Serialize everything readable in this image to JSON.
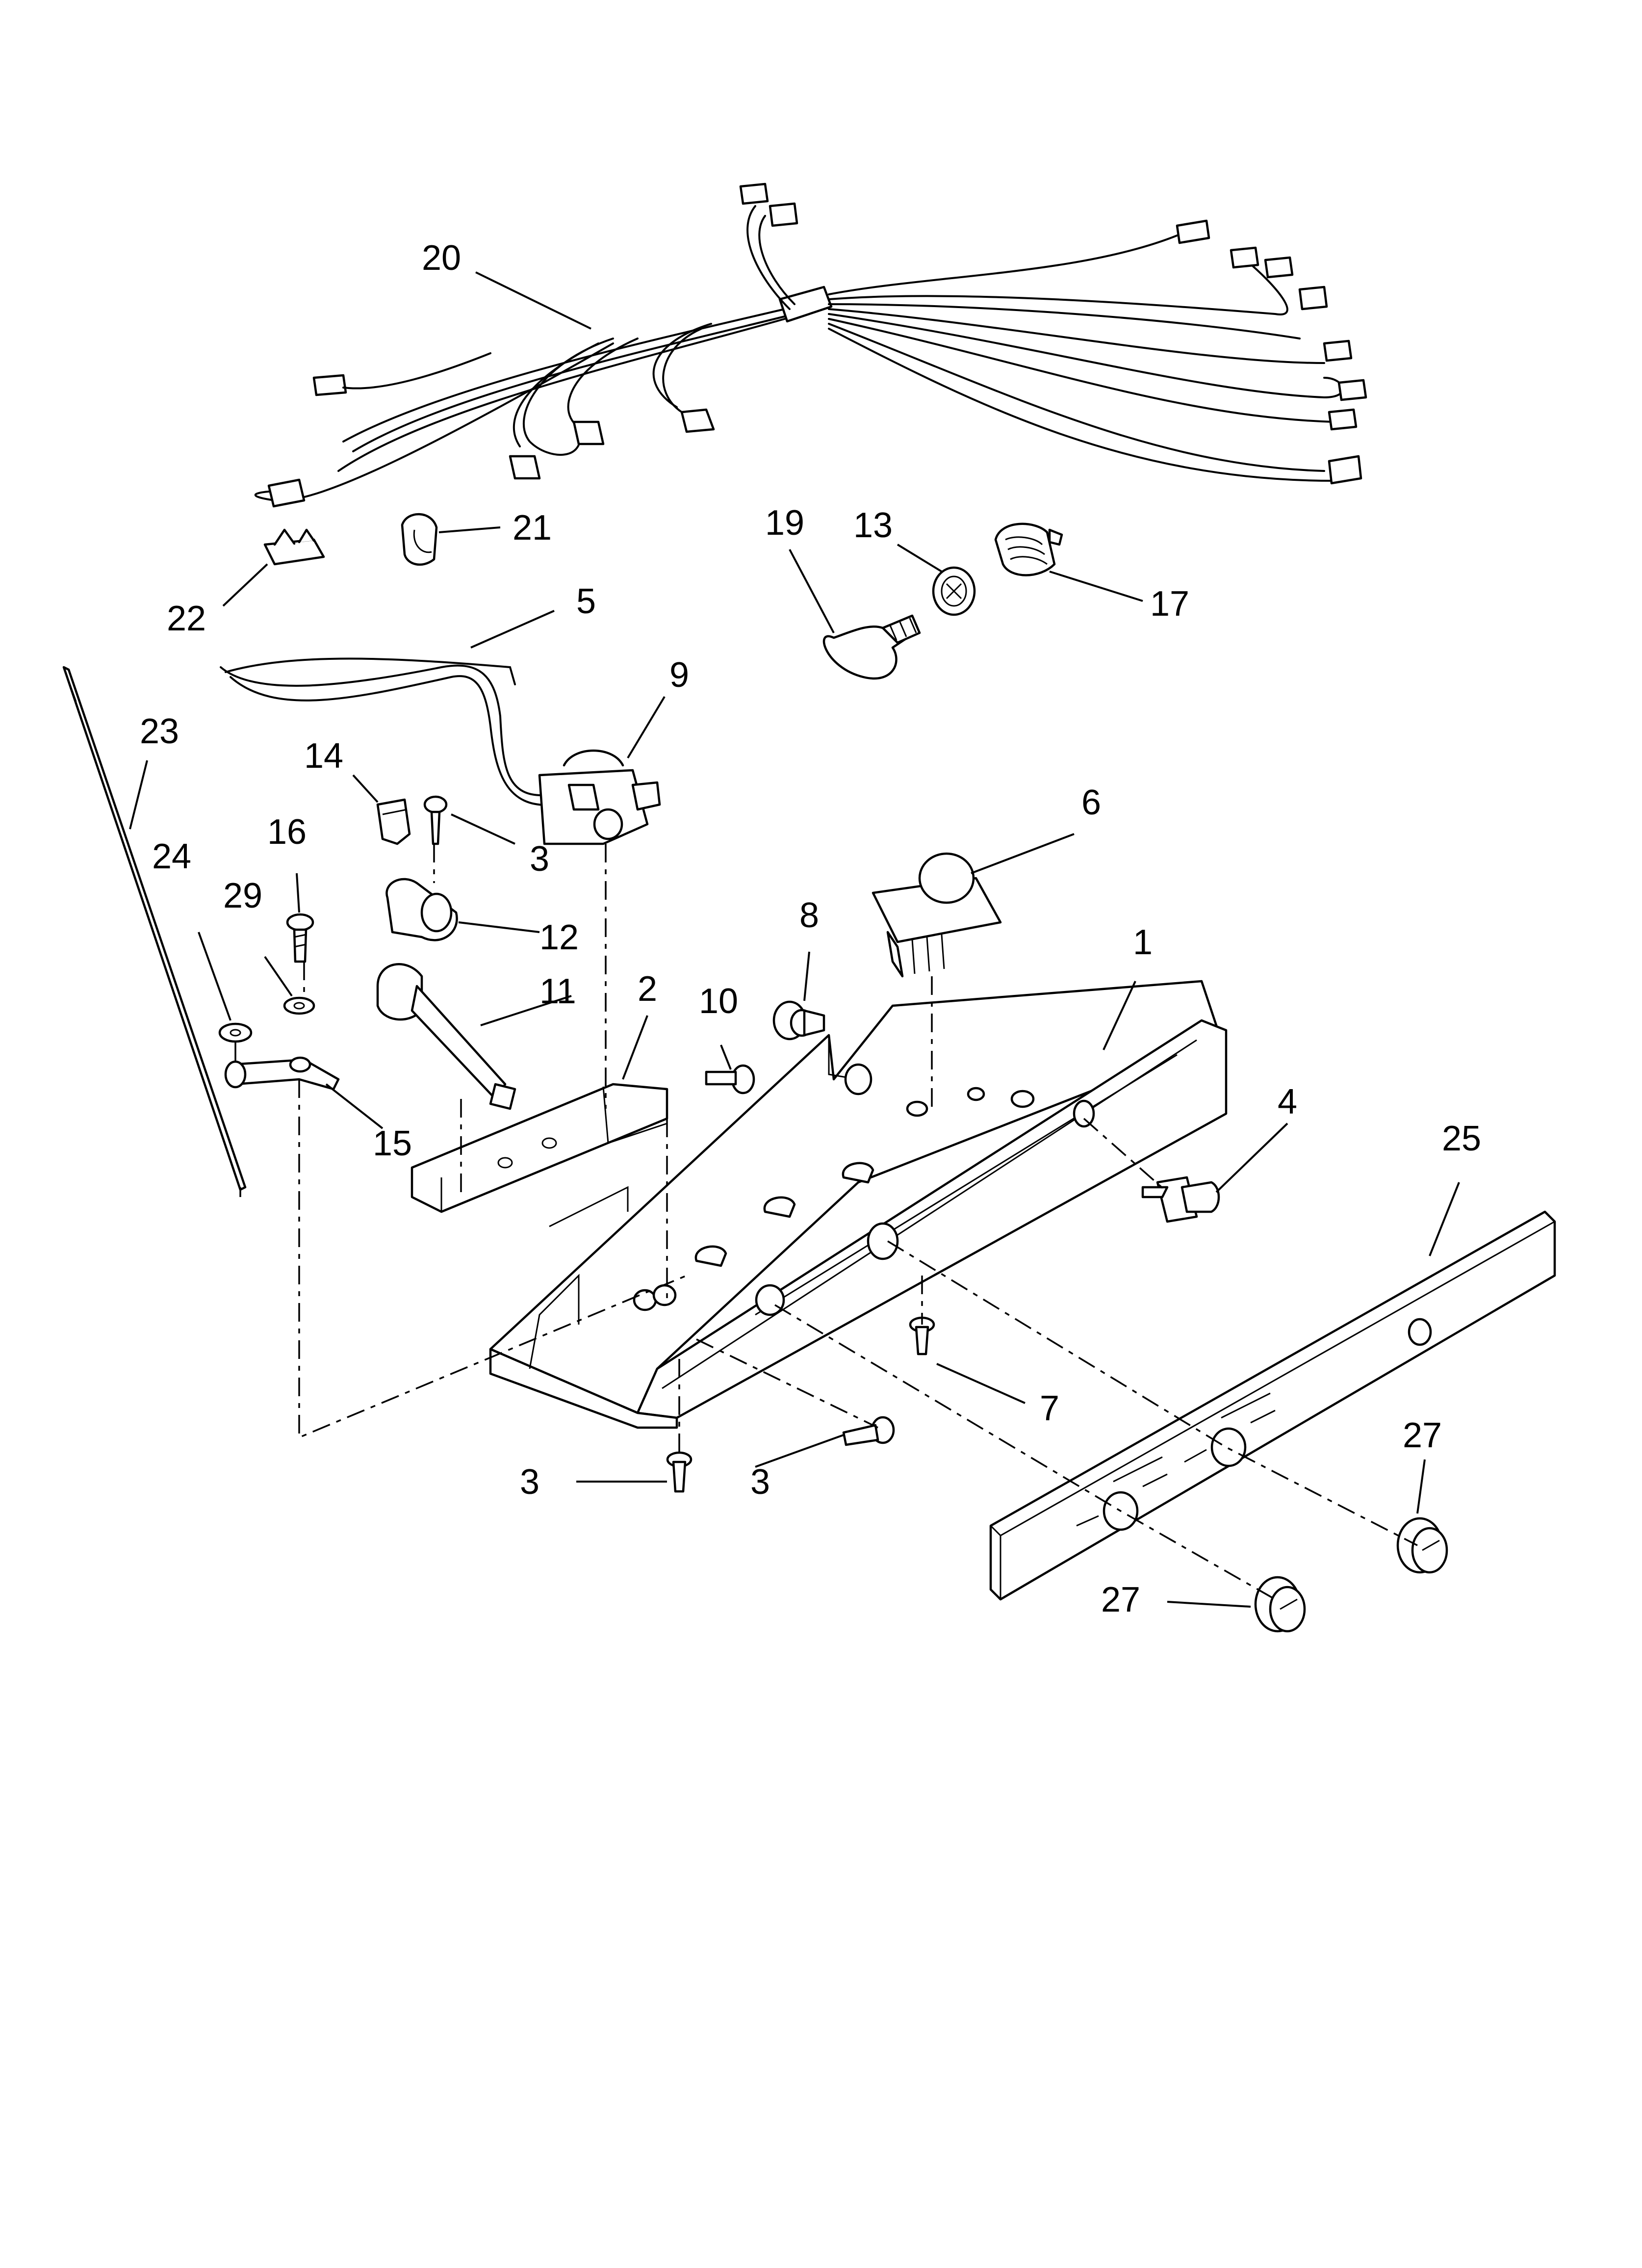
{
  "diagram": {
    "callouts": [
      {
        "id": "c20",
        "label": "20"
      },
      {
        "id": "c21",
        "label": "21"
      },
      {
        "id": "c22",
        "label": "22"
      },
      {
        "id": "c19",
        "label": "19"
      },
      {
        "id": "c13",
        "label": "13"
      },
      {
        "id": "c17",
        "label": "17"
      },
      {
        "id": "c5",
        "label": "5"
      },
      {
        "id": "c9",
        "label": "9"
      },
      {
        "id": "c23",
        "label": "23"
      },
      {
        "id": "c14",
        "label": "14"
      },
      {
        "id": "c3a",
        "label": "3"
      },
      {
        "id": "c16",
        "label": "16"
      },
      {
        "id": "c24",
        "label": "24"
      },
      {
        "id": "c29",
        "label": "29"
      },
      {
        "id": "c12",
        "label": "12"
      },
      {
        "id": "c11",
        "label": "11"
      },
      {
        "id": "c2",
        "label": "2"
      },
      {
        "id": "c10",
        "label": "10"
      },
      {
        "id": "c8",
        "label": "8"
      },
      {
        "id": "c6",
        "label": "6"
      },
      {
        "id": "c1",
        "label": "1"
      },
      {
        "id": "c4",
        "label": "4"
      },
      {
        "id": "c25",
        "label": "25"
      },
      {
        "id": "c15",
        "label": "15"
      },
      {
        "id": "c7",
        "label": "7"
      },
      {
        "id": "c27a",
        "label": "27"
      },
      {
        "id": "c3b",
        "label": "3"
      },
      {
        "id": "c3c",
        "label": "3"
      },
      {
        "id": "c27b",
        "label": "27"
      }
    ]
  }
}
